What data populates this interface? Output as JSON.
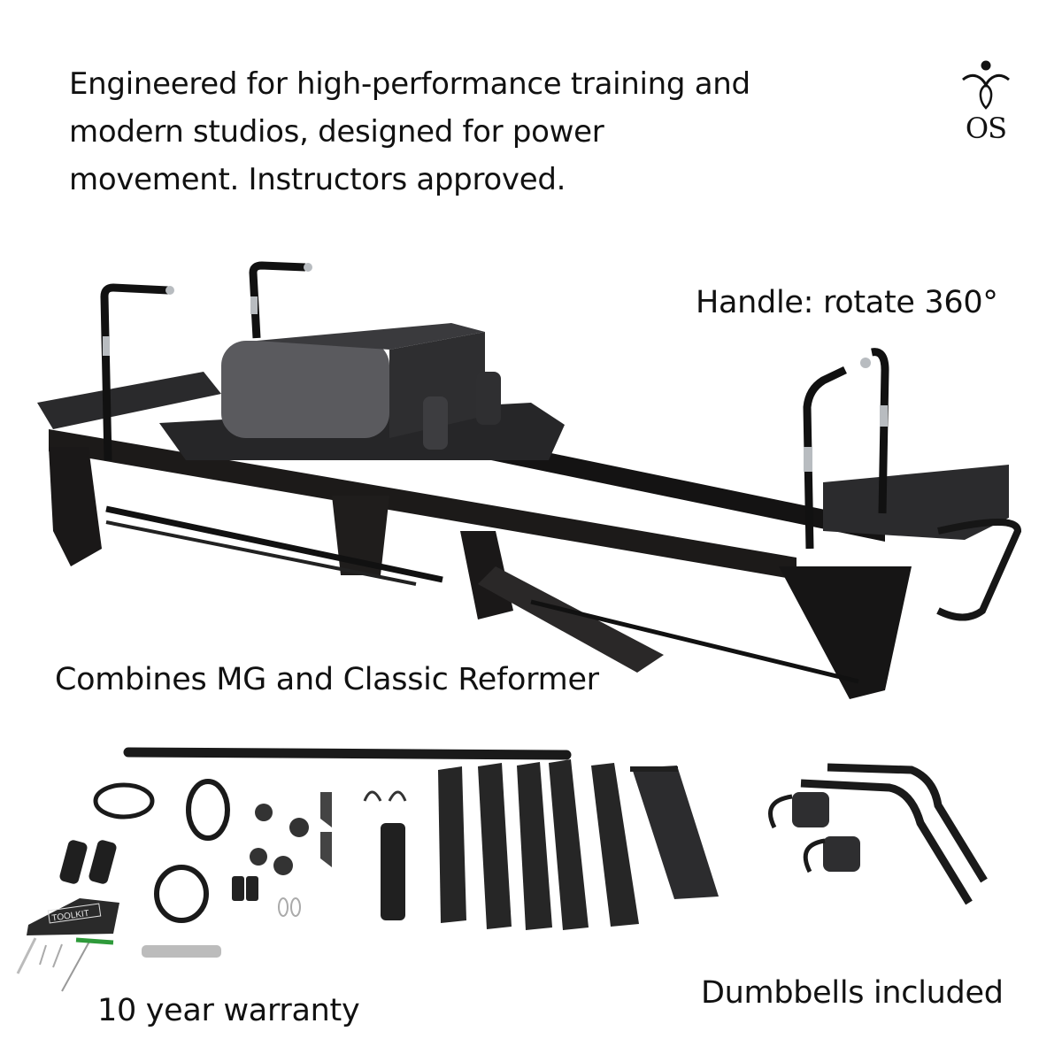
{
  "headline": {
    "lines": [
      "Engineered for high-performance training and",
      "modern studios, designed for power",
      "movement. Instructors approved."
    ]
  },
  "logo": {
    "icon": "figure-logo-icon",
    "text": "OS"
  },
  "callouts": {
    "handle": "Handle: rotate 360°",
    "combines": "Combines MG and Classic Reformer",
    "dumbbells": "Dumbbells included",
    "warranty": "10 year warranty"
  },
  "accessories": {
    "toolkit_label": "TOOLKIT"
  },
  "colors": {
    "background": "#ffffff",
    "text": "#111111",
    "frame": "#1c1a19",
    "upholstery": "#2a2a2c",
    "box_face": "#5a5a5e",
    "chrome": "#b8bcc0",
    "toolkit_handle": "#2e9a3a"
  }
}
